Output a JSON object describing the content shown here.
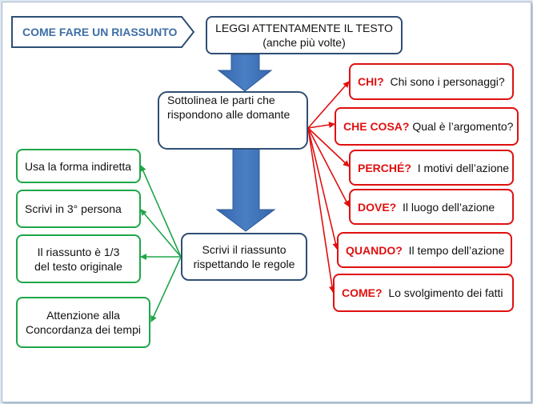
{
  "title": "COME FARE UN RIASSUNTO",
  "top_box": {
    "line1": "LEGGI ATTENTAMENTE IL TESTO",
    "line2": "(anche più volte)"
  },
  "middle_box": {
    "line1": "Sottolinea  le parti che",
    "line2": "rispondono  alle domante"
  },
  "write_box": {
    "line1": "Scrivi il riassunto",
    "line2": "rispettando le regole"
  },
  "questions": [
    {
      "keyword": "CHI?",
      "text": "Chi sono i personaggi?"
    },
    {
      "keyword": "CHE COSA?",
      "text": "Qual è l’argomento?"
    },
    {
      "keyword": "PERCHÉ?",
      "text": "I motivi  dell’azione"
    },
    {
      "keyword": "DOVE?",
      "text": "Il luogo dell’azione"
    },
    {
      "keyword": "QUANDO?",
      "text": "Il tempo dell’azione"
    },
    {
      "keyword": "COME?",
      "text": "Lo svolgimento dei fatti"
    }
  ],
  "rules": [
    {
      "line1": "Usa la forma indiretta",
      "line2": ""
    },
    {
      "line1": "Scrivi in 3° persona",
      "line2": ""
    },
    {
      "line1": "Il riassunto è 1/3",
      "line2": "del testo originale"
    },
    {
      "line1": "Attenzione alla",
      "line2": "Concordanza dei tempi"
    }
  ],
  "colors": {
    "navy": "#2f4f75",
    "green": "#1fa64a",
    "red": "#e01010",
    "arrow_blue": "#3f72b8",
    "title_blue": "#3e6ea6"
  }
}
